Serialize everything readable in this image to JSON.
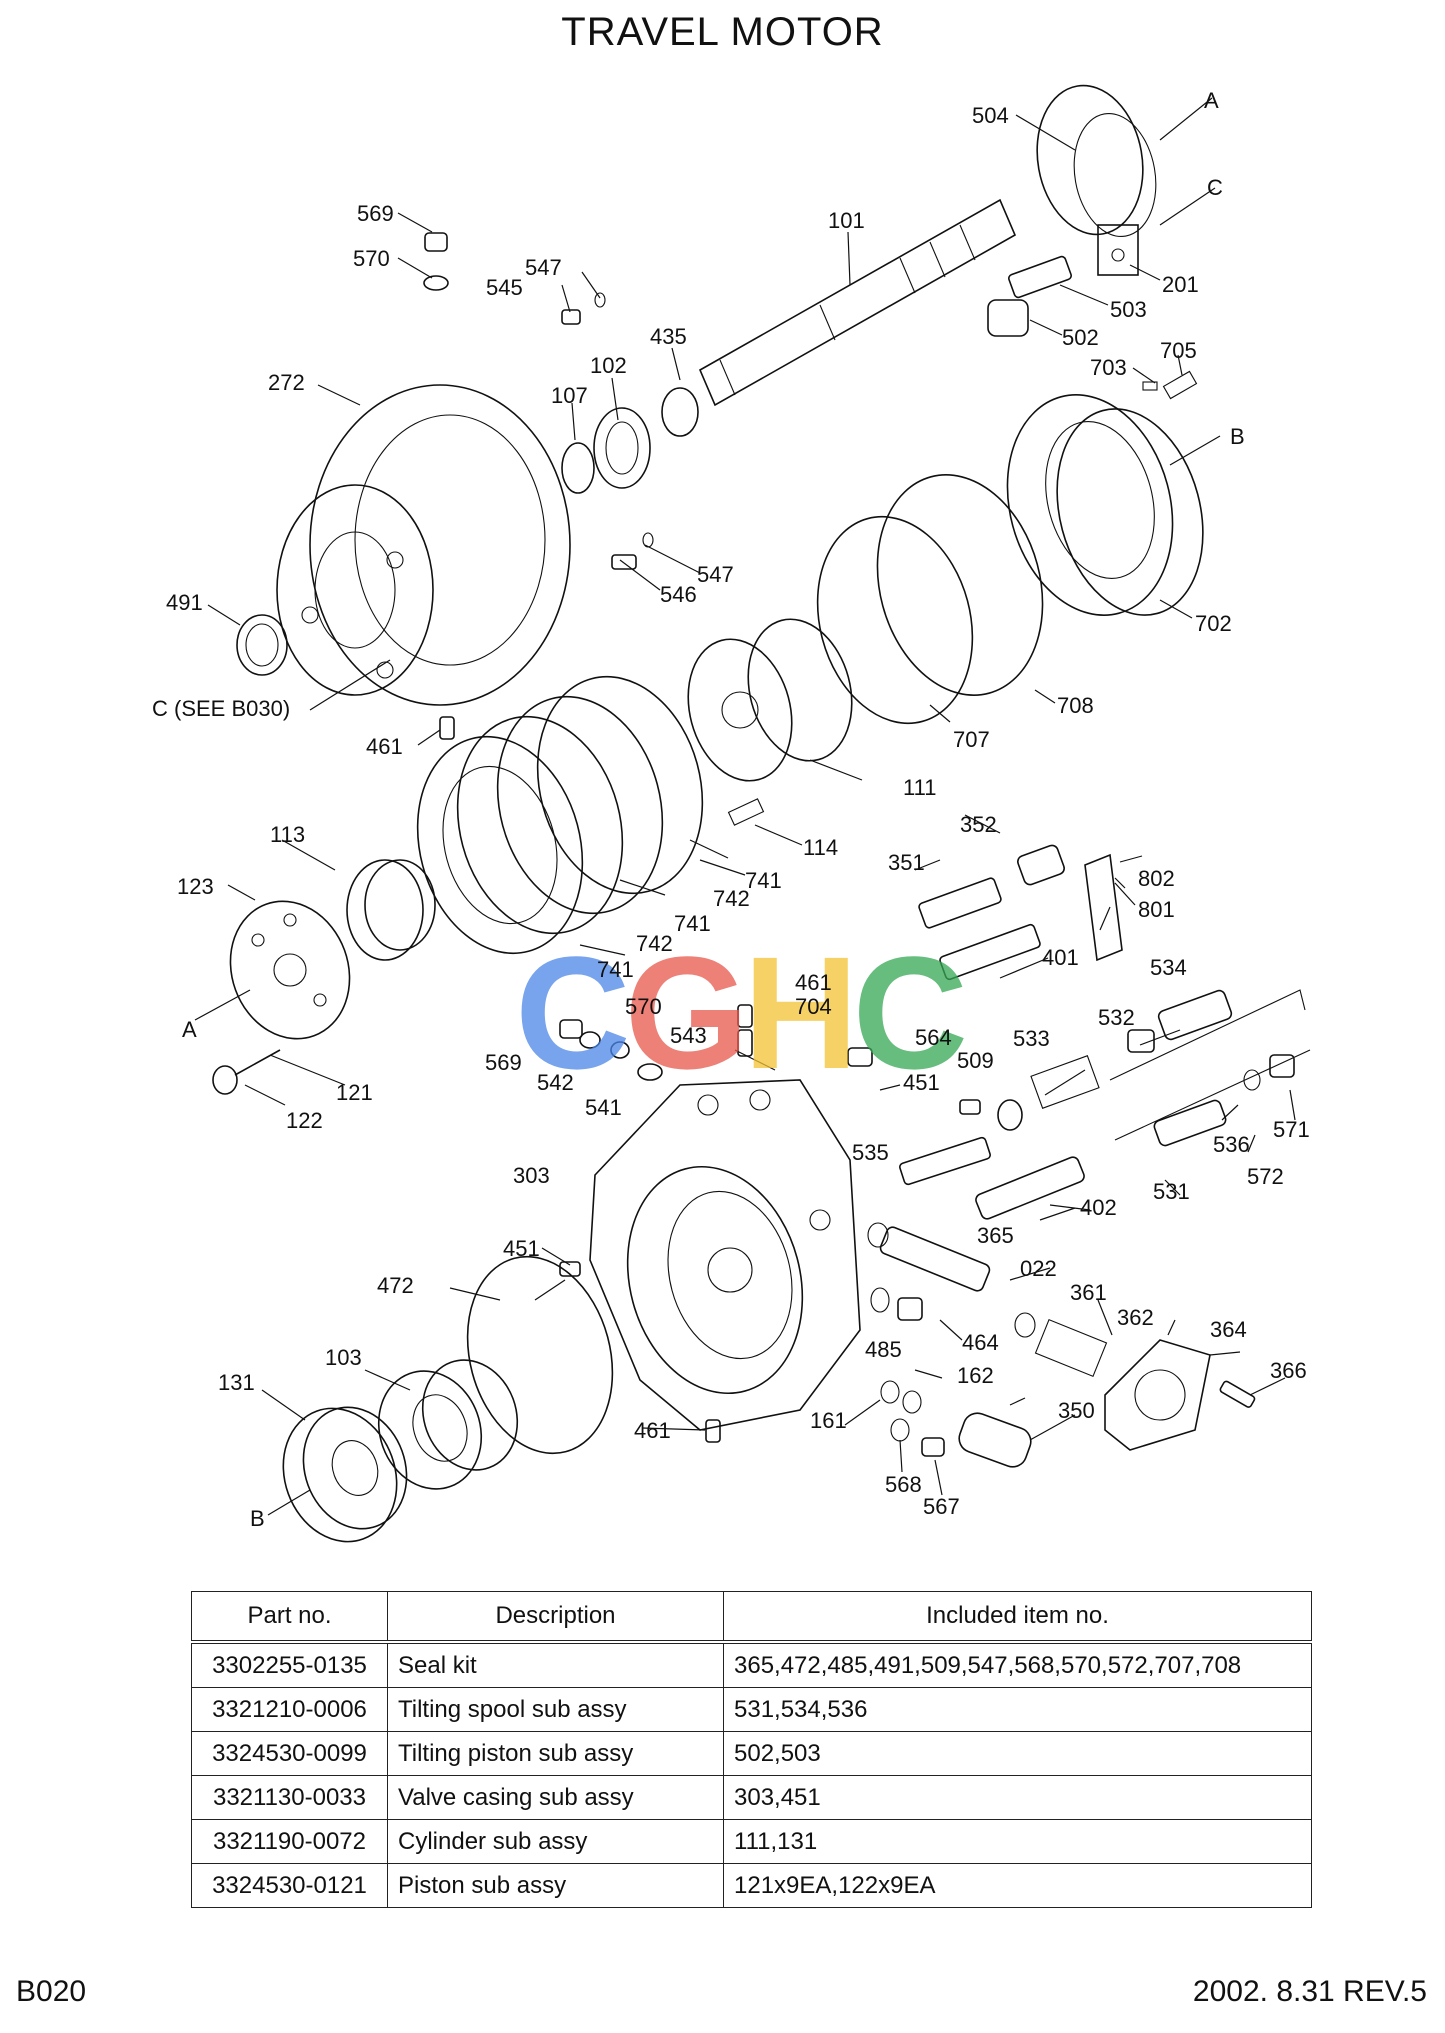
{
  "page": {
    "title": "TRAVEL MOTOR",
    "code": "B020",
    "revision": "2002. 8.31 REV.5"
  },
  "watermark": {
    "text": "CGHC",
    "colors": [
      "#4a86e8",
      "#e8564a",
      "#f2c233",
      "#34a853"
    ]
  },
  "callouts": {
    "c569a": "569",
    "c570a": "570",
    "c547a": "547",
    "c545": "545",
    "c272": "272",
    "c107": "107",
    "c102": "102",
    "c435": "435",
    "c101": "101",
    "c504": "504",
    "cA1": "A",
    "cC1": "C",
    "c201": "201",
    "c503": "503",
    "c502": "502",
    "c703": "703",
    "c705": "705",
    "cB1": "B",
    "c702": "702",
    "c547b": "547",
    "c546": "546",
    "c491": "491",
    "cC2": "C (SEE B030)",
    "c461a": "461",
    "c708": "708",
    "c707": "707",
    "c111": "111",
    "c114": "114",
    "c741a": "741",
    "c742a": "742",
    "c741b": "741",
    "c742b": "742",
    "c741c": "741",
    "c113": "113",
    "c123": "123",
    "cA2": "A",
    "c121": "121",
    "c122": "122",
    "c352": "352",
    "c351": "351",
    "c802": "802",
    "c801": "801",
    "c401": "401",
    "c534": "534",
    "c461b": "461",
    "c704": "704",
    "c570b": "570",
    "c543": "543",
    "c569b": "569",
    "c542": "542",
    "c541": "541",
    "c564": "564",
    "c509": "509",
    "c533": "533",
    "c532": "532",
    "c451a": "451",
    "c536": "536",
    "c571": "571",
    "c572": "572",
    "c531": "531",
    "c535": "535",
    "c303": "303",
    "c402": "402",
    "c365": "365",
    "c451b": "451",
    "c022": "022",
    "c472": "472",
    "c361": "361",
    "c362": "362",
    "c364": "364",
    "c485": "485",
    "c464": "464",
    "c162": "162",
    "c366": "366",
    "c103": "103",
    "c131": "131",
    "c161": "161",
    "c350": "350",
    "c461c": "461",
    "c568": "568",
    "c567": "567",
    "cB2": "B"
  },
  "table": {
    "headers": {
      "part_no": "Part no.",
      "description": "Description",
      "included": "Included item no."
    },
    "rows": [
      {
        "part_no": "3302255-0135",
        "description": "Seal kit",
        "included": "365,472,485,491,509,547,568,570,572,707,708"
      },
      {
        "part_no": "3321210-0006",
        "description": "Tilting spool sub assy",
        "included": "531,534,536"
      },
      {
        "part_no": "3324530-0099",
        "description": "Tilting piston sub assy",
        "included": "502,503"
      },
      {
        "part_no": "3321130-0033",
        "description": "Valve casing sub assy",
        "included": "303,451"
      },
      {
        "part_no": "3321190-0072",
        "description": "Cylinder sub assy",
        "included": "111,131"
      },
      {
        "part_no": "3324530-0121",
        "description": "Piston sub assy",
        "included": "121x9EA,122x9EA"
      }
    ]
  }
}
